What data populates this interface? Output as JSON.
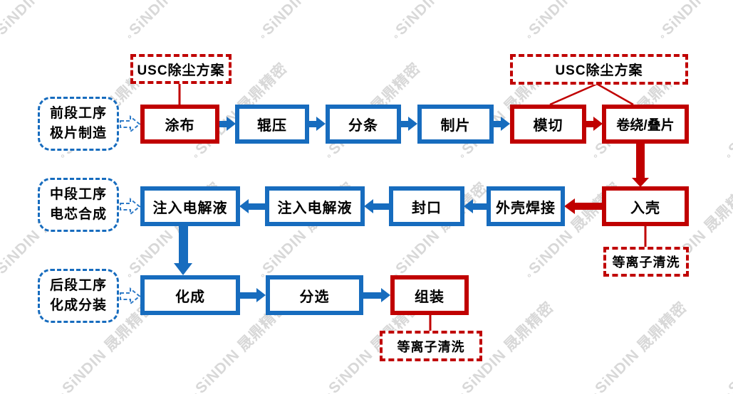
{
  "colors": {
    "red": "#C00000",
    "blue": "#176CBE",
    "watermark": "#D8D8D8"
  },
  "watermark": {
    "droplet": "º",
    "text": "SiNDIN 晟鼎精密"
  },
  "stages": [
    {
      "line1": "前段工序",
      "line2": "极片制造"
    },
    {
      "line1": "中段工序",
      "line2": "电芯合成"
    },
    {
      "line1": "后段工序",
      "line2": "化成分装"
    }
  ],
  "row1": {
    "coating": "涂布",
    "roll_press": "辊压",
    "slitting": "分条",
    "sheet_making": "制片",
    "die_cutting": "模切",
    "winding_stacking": "卷绕/叠片"
  },
  "row2": {
    "electrolyte_injection_1": "注入电解液",
    "electrolyte_injection_2": "注入电解液",
    "sealing": "封口",
    "shell_welding": "外壳焊接",
    "casing": "入壳"
  },
  "row3": {
    "formation": "化成",
    "sorting": "分选",
    "assembly": "组装"
  },
  "callouts": {
    "usc_left": "USC除尘方案",
    "usc_right": "USC除尘方案",
    "plasma_right": "等离子清洗",
    "plasma_bottom": "等离子清洗"
  }
}
